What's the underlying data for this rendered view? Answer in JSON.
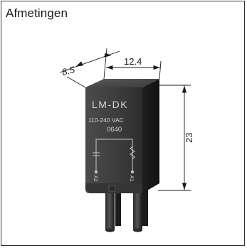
{
  "heading": "Afmetingen",
  "dimensions": {
    "depth": "8.5",
    "width": "12.4",
    "height": "23"
  },
  "module": {
    "name": "LM-DK",
    "voltage": "110-240 VAC",
    "code": "0640",
    "terminal_left": "A2",
    "terminal_right": "A1"
  }
}
